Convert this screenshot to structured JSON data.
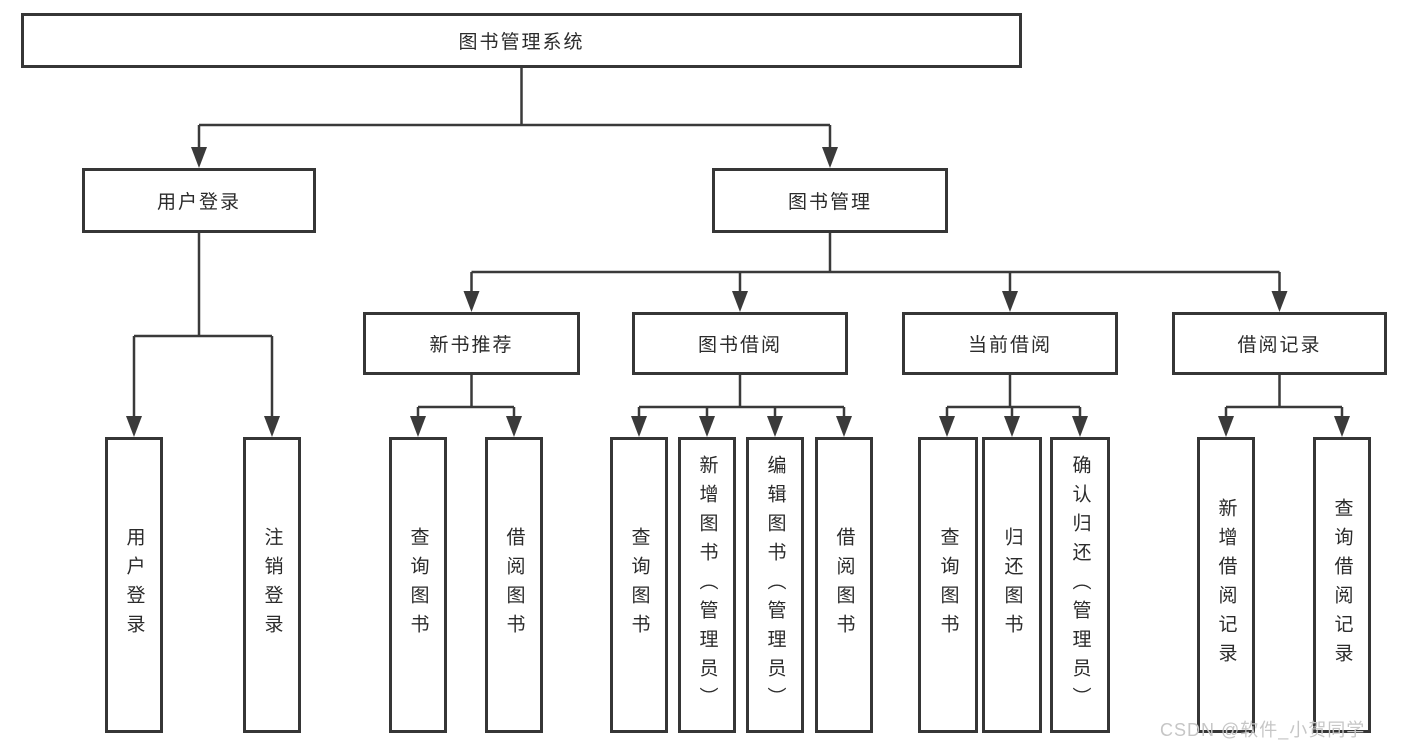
{
  "tree": {
    "label": "图书管理系统",
    "children": [
      {
        "label": "用户登录",
        "children": [
          {
            "label": "用户登录"
          },
          {
            "label": "注销登录"
          }
        ]
      },
      {
        "label": "图书管理",
        "children": [
          {
            "label": "新书推荐",
            "children": [
              {
                "label": "查询图书"
              },
              {
                "label": "借阅图书"
              }
            ]
          },
          {
            "label": "图书借阅",
            "children": [
              {
                "label": "查询图书"
              },
              {
                "label": "新增图书（管理员）"
              },
              {
                "label": "编辑图书（管理员）"
              },
              {
                "label": "借阅图书"
              }
            ]
          },
          {
            "label": "当前借阅",
            "children": [
              {
                "label": "查询图书"
              },
              {
                "label": "归还图书"
              },
              {
                "label": "确认归还（管理员）"
              }
            ]
          },
          {
            "label": "借阅记录",
            "children": [
              {
                "label": "新增借阅记录"
              },
              {
                "label": "查询借阅记录"
              }
            ]
          }
        ]
      }
    ]
  },
  "watermark": {
    "text": "CSDN @软件_小贺同学",
    "color": "#c6c6c6"
  },
  "colors": {
    "line": "#3a3a3a",
    "box_border": "#363636",
    "box_bg": "#ffffff",
    "text": "#2b2b2b"
  }
}
